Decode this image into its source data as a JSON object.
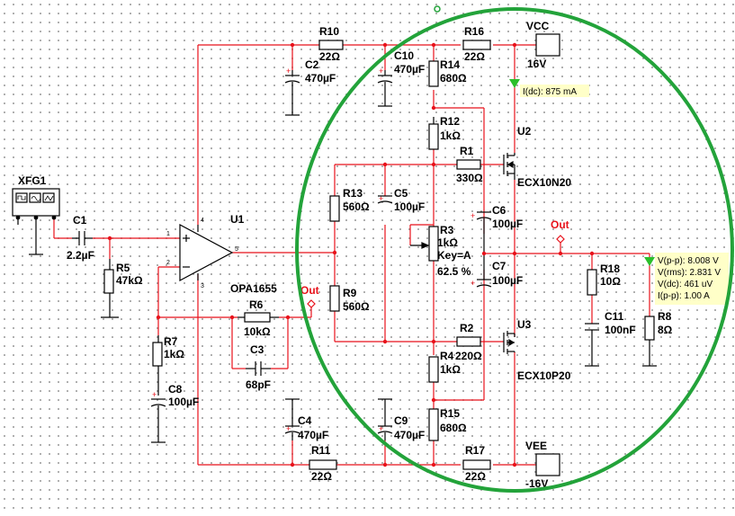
{
  "colors": {
    "wire": "#e8121b",
    "component": "#000000",
    "highlight_circle": "#23a33a",
    "probe_box": "#ffffc8",
    "probe_arrow": "#2bbf2b"
  },
  "components": {
    "xfg1": "XFG1",
    "c1": {
      "name": "C1",
      "value": "2.2µF"
    },
    "r5": {
      "name": "R5",
      "value": "47kΩ"
    },
    "u1": {
      "name": "U1",
      "part": "OPA1655",
      "pin1": "1",
      "pin2": "2",
      "pin3": "3",
      "pin4": "4",
      "pin5": "5"
    },
    "r7": {
      "name": "R7",
      "value": "1kΩ"
    },
    "c8": {
      "name": "C8",
      "value": "100µF"
    },
    "r6": {
      "name": "R6",
      "value": "10kΩ"
    },
    "c3": {
      "name": "C3",
      "value": "68pF"
    },
    "r10": {
      "name": "R10",
      "value": "22Ω"
    },
    "c2": {
      "name": "C2",
      "value": "470µF"
    },
    "c10": {
      "name": "C10",
      "value": "470µF"
    },
    "r14": {
      "name": "R14",
      "value": "680Ω"
    },
    "r16": {
      "name": "R16",
      "value": "22Ω"
    },
    "vcc": {
      "name": "VCC",
      "value": "16V"
    },
    "r12": {
      "name": "R12",
      "value": "1kΩ"
    },
    "r1": {
      "name": "R1",
      "value": "330Ω"
    },
    "u2": {
      "name": "U2",
      "part": "ECX10N20"
    },
    "r13": {
      "name": "R13",
      "value": "560Ω"
    },
    "c5": {
      "name": "C5",
      "value": "100µF"
    },
    "r3": {
      "name": "R3",
      "value": "1kΩ",
      "key": "Key=A",
      "setting": "62.5 %"
    },
    "c6": {
      "name": "C6",
      "value": "100µF"
    },
    "r9": {
      "name": "R9",
      "value": "560Ω"
    },
    "c7": {
      "name": "C7",
      "value": "100µF"
    },
    "r18": {
      "name": "R18",
      "value": "10Ω"
    },
    "c11": {
      "name": "C11",
      "value": "100nF"
    },
    "r8": {
      "name": "R8",
      "value": "8Ω"
    },
    "r2": {
      "name": "R2",
      "value": ""
    },
    "r4": {
      "name": "R4",
      "value": "220Ω"
    },
    "r4b": {
      "value": "1kΩ"
    },
    "u3": {
      "name": "U3",
      "part": "ECX10P20"
    },
    "r15": {
      "name": "R15",
      "value": "680Ω"
    },
    "c4": {
      "name": "C4",
      "value": "470µF"
    },
    "c9": {
      "name": "C9",
      "value": "470µF"
    },
    "r11": {
      "name": "R11",
      "value": "22Ω"
    },
    "r17": {
      "name": "R17",
      "value": "22Ω"
    },
    "vee": {
      "name": "VEE",
      "value": "-16V"
    }
  },
  "net_labels": {
    "out_left": "Out",
    "out_right": "Out"
  },
  "probes": {
    "vcc_current": "I(dc): 875 mA",
    "output": [
      "V(p-p): 8.008 V",
      "V(rms): 2.831 V",
      "V(dc): 461 uV",
      "I(p-p): 1.00 A"
    ]
  }
}
